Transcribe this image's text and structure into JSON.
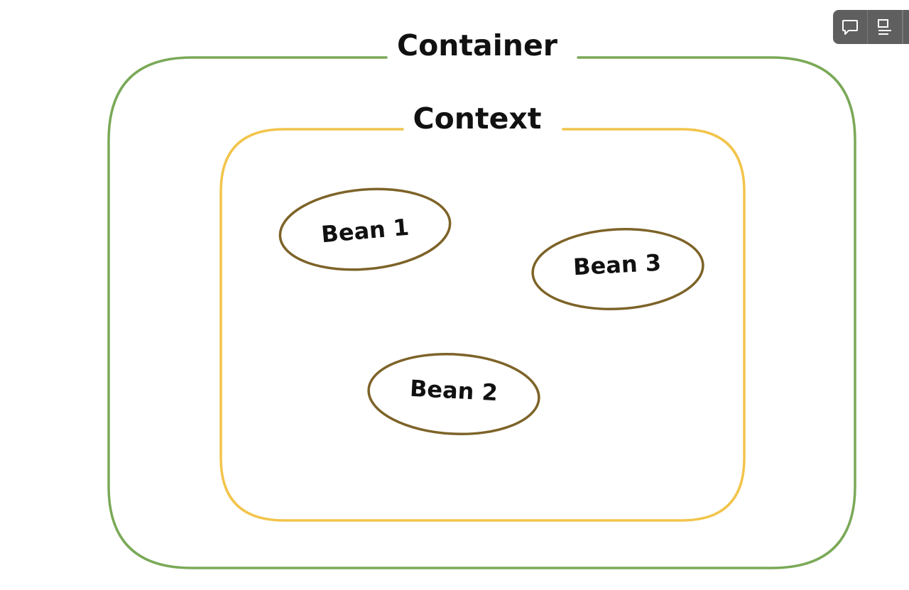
{
  "diagram": {
    "container": {
      "label": "Container",
      "color": "#7aa957"
    },
    "context": {
      "label": "Context",
      "color": "#f2c44b"
    },
    "beans": [
      {
        "label": "Bean 1"
      },
      {
        "label": "Bean 3"
      },
      {
        "label": "Bean 2"
      }
    ],
    "bean_color": "#7d6328"
  },
  "toolbar": {
    "buttons": [
      {
        "icon": "comment-icon"
      },
      {
        "icon": "layout-icon"
      }
    ],
    "background": "#5f5f5f"
  }
}
